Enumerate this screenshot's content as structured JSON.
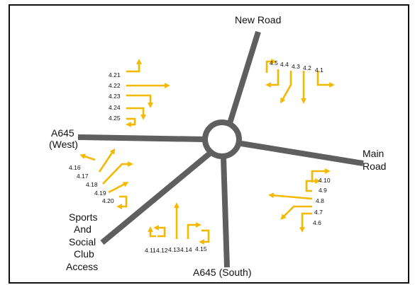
{
  "roads": {
    "new_road": "New Road",
    "main_road_1": "Main",
    "main_road_2": "Road",
    "a645_west_1": "A645",
    "a645_west_2": "(West)",
    "a645_south": "A645 (South)",
    "sports_1": "Sports",
    "sports_2": "And",
    "sports_3": "Social",
    "sports_4": "Club",
    "sports_5": "Access"
  },
  "movements": {
    "m4_1": "4.1",
    "m4_2": "4.2",
    "m4_3": "4.3",
    "m4_4": "4.4",
    "m4_5": "4.5",
    "m4_6": "4.6",
    "m4_7": "4.7",
    "m4_8": "4.8",
    "m4_9": "4.9",
    "m4_10": "4.10",
    "m4_11": "4.11",
    "m4_12": "4.12",
    "m4_13": "4.13",
    "m4_14": "4.14",
    "m4_15": "4.15",
    "m4_16": "4.16",
    "m4_17": "4.17",
    "m4_18": "4.18",
    "m4_19": "4.19",
    "m4_20": "4.20",
    "m4_21": "4.21",
    "m4_22": "4.22",
    "m4_23": "4.23",
    "m4_24": "4.24",
    "m4_25": "4.25"
  },
  "colors": {
    "road": "#5f5f5f",
    "arrow": "#f5b800"
  }
}
